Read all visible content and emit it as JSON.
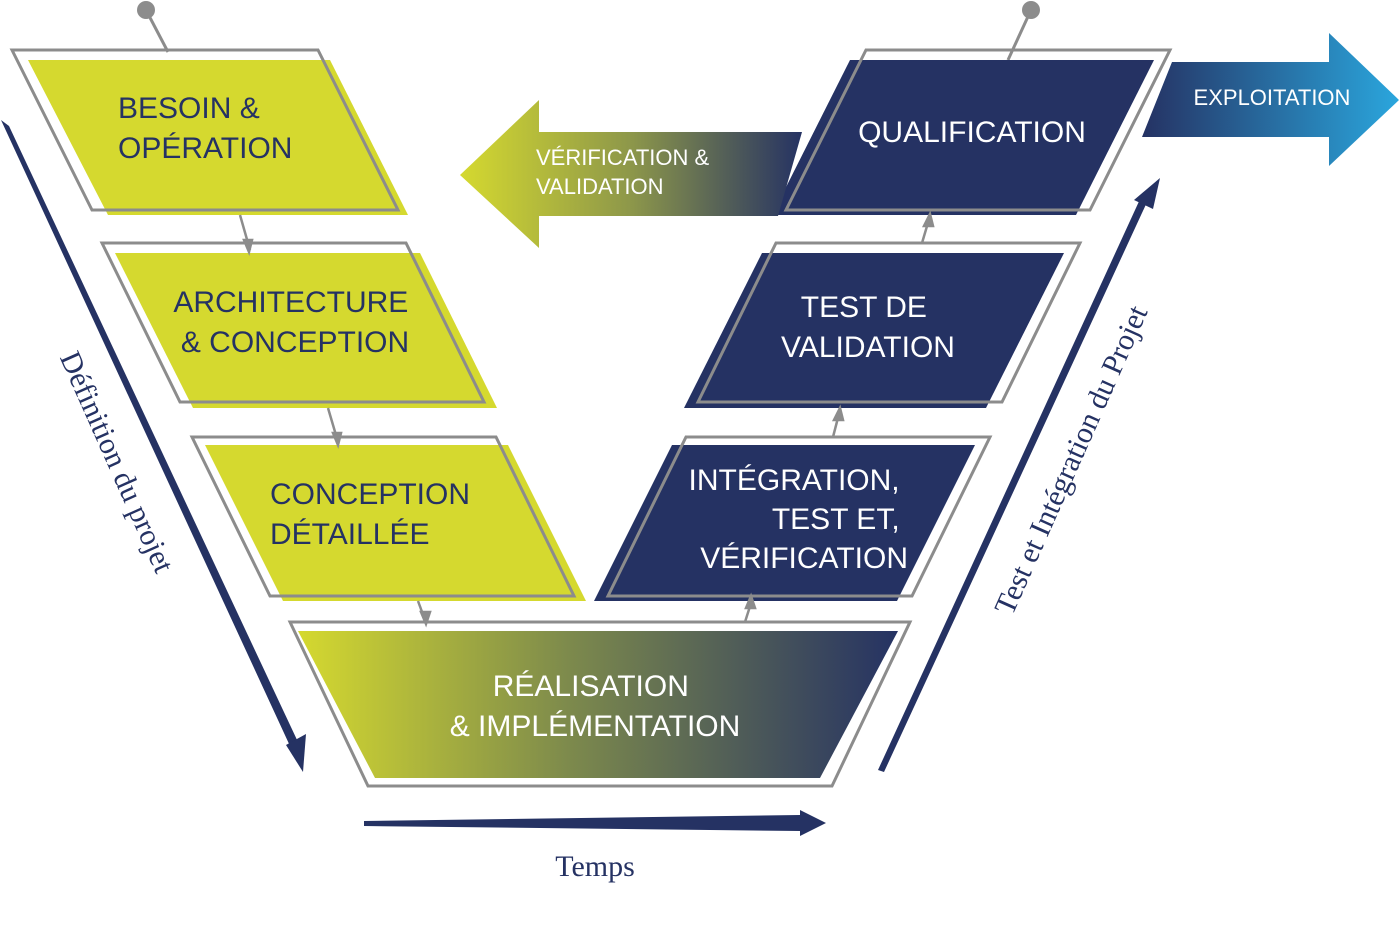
{
  "colors": {
    "lime": "#d5d92f",
    "navy": "#253263",
    "gray": "#8c8c8c",
    "blue": "#2aa6dd",
    "text_dark": "#253263",
    "text_light": "#ffffff"
  },
  "left_branch": {
    "besoin": [
      "BESOIN &",
      "OPÉRATION"
    ],
    "architecture": [
      "ARCHITECTURE",
      "& CONCEPTION"
    ],
    "conception_detaillee": [
      "CONCEPTION",
      "DÉTAILLÉE"
    ]
  },
  "bottom": [
    "RÉALISATION",
    "& IMPLÉMENTATION"
  ],
  "right_branch": {
    "integration": [
      "INTÉGRATION,",
      "TEST ET,",
      "VÉRIFICATION"
    ],
    "test_validation": [
      "TEST DE",
      "VALIDATION"
    ],
    "qualification": [
      "QUALIFICATION"
    ]
  },
  "verification_arrow": [
    "VÉRIFICATION &",
    "VALIDATION"
  ],
  "exploitation_arrow": "EXPLOITATION",
  "axes": {
    "left_label": "Définition du projet",
    "right_label": "Test et Intégration du Projet",
    "bottom_label": "Temps"
  }
}
